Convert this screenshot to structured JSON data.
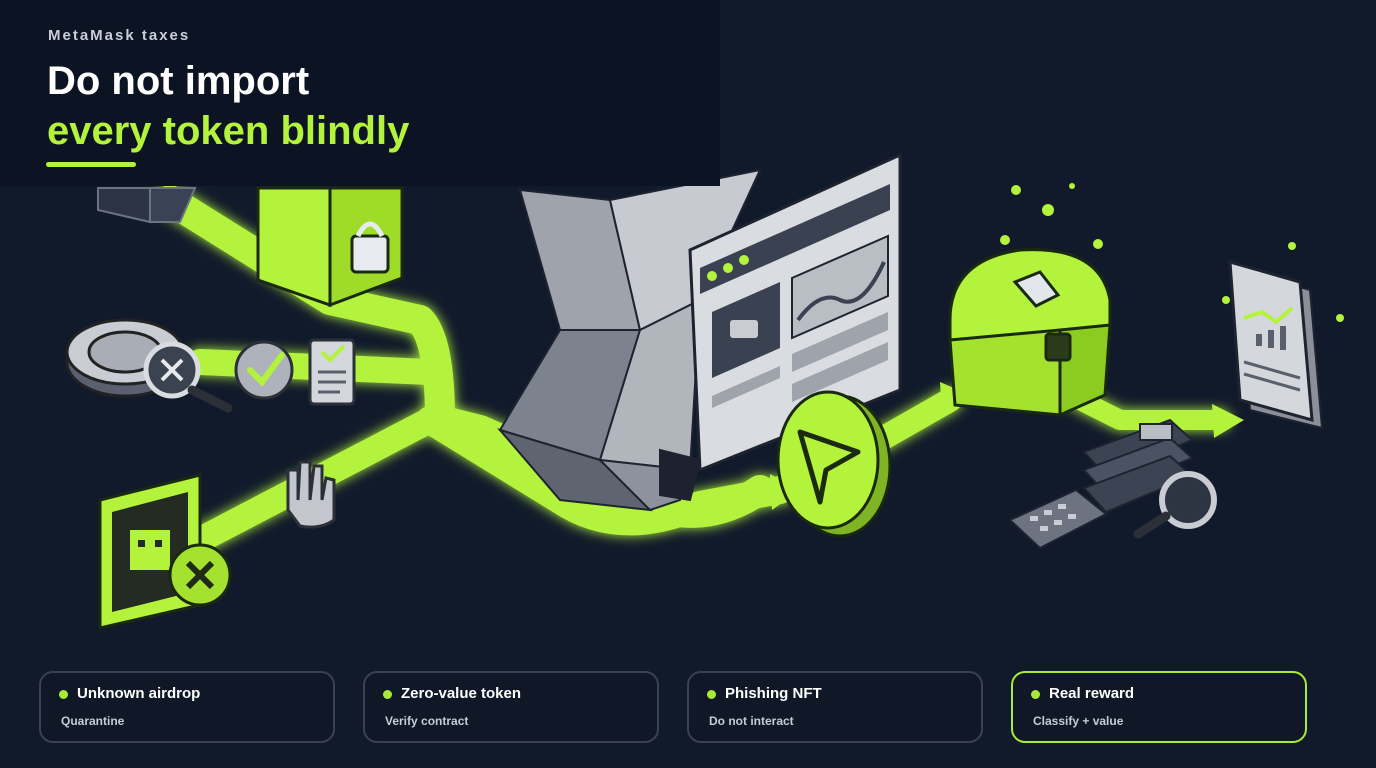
{
  "header": {
    "eyebrow": "MetaMask taxes",
    "title_line1": "Do not import",
    "title_line2": "every token blindly"
  },
  "colors": {
    "accent": "#b4f33c",
    "background": "#111a2b",
    "panel": "#0c1322",
    "card_border": "#3a4252"
  },
  "illustration": {
    "icons": [
      "lock-box-icon",
      "coin-search-icon",
      "checkmark-icon",
      "document-check-icon",
      "nft-reject-icon",
      "stop-hand-icon",
      "fox-icon",
      "browser-wallet-icon",
      "send-arrow-icon",
      "treasure-chest-icon",
      "report-chart-icon",
      "calculator-icon",
      "magnifier-icon"
    ]
  },
  "cards": [
    {
      "label": "Unknown airdrop",
      "sub": "Quarantine"
    },
    {
      "label": "Zero-value token",
      "sub": "Verify contract"
    },
    {
      "label": "Phishing NFT",
      "sub": "Do not interact"
    },
    {
      "label": "Real reward",
      "sub": "Classify + value"
    }
  ]
}
